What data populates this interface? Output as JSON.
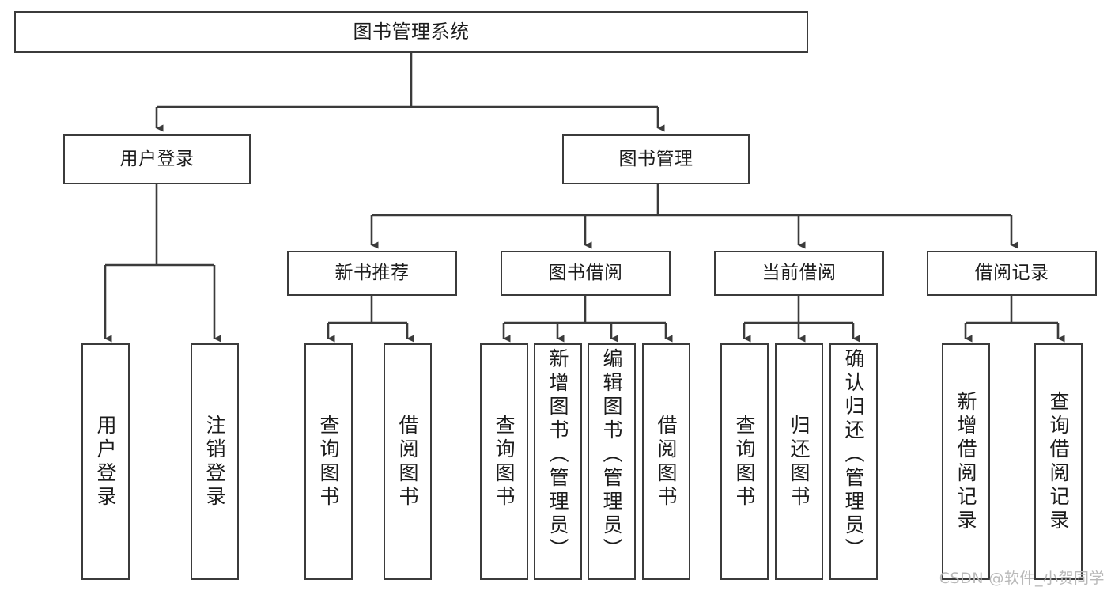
{
  "diagram": {
    "type": "tree",
    "title": "图书管理系统",
    "root": {
      "label": "图书管理系统"
    },
    "level2": [
      {
        "label": "用户登录"
      },
      {
        "label": "图书管理"
      }
    ],
    "level3": [
      {
        "label": "新书推荐"
      },
      {
        "label": "图书借阅"
      },
      {
        "label": "当前借阅"
      },
      {
        "label": "借阅记录"
      }
    ],
    "leaves": {
      "user_login": [
        {
          "label": "用户登录"
        },
        {
          "label": "注销登录"
        }
      ],
      "new_book_recommend": [
        {
          "label": "查询图书"
        },
        {
          "label": "借阅图书"
        }
      ],
      "book_borrow": [
        {
          "label": "查询图书"
        },
        {
          "label": "新增图书（管理员）"
        },
        {
          "label": "编辑图书（管理员）"
        },
        {
          "label": "借阅图书"
        }
      ],
      "current_borrow": [
        {
          "label": "查询图书"
        },
        {
          "label": "归还图书"
        },
        {
          "label": "确认归还（管理员）"
        }
      ],
      "borrow_record": [
        {
          "label": "新增借阅记录"
        },
        {
          "label": "查询借阅记录"
        }
      ]
    }
  },
  "watermark": {
    "text": "CSDN @软件_小贺同学"
  },
  "colors": {
    "stroke": "#3b3b3b",
    "text": "#1c1c1c",
    "background": "#ffffff",
    "watermark": "#b9b9b9"
  }
}
